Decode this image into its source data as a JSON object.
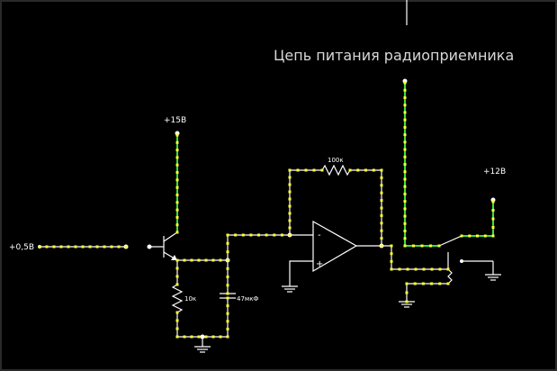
{
  "title": "Цепь питания радиоприемника",
  "labels": {
    "v15": "+15В",
    "v05": "+0,5В",
    "v12": "+12В",
    "r_feedback": "100к",
    "r_emitter": "10к",
    "c_emitter": "47мкФ",
    "opamp_minus": "-",
    "opamp_plus": "+"
  },
  "colors": {
    "background": "#000000",
    "wire": "#ffffff",
    "active_wire": "#3ee03e",
    "current_dots": "#ffff33"
  }
}
